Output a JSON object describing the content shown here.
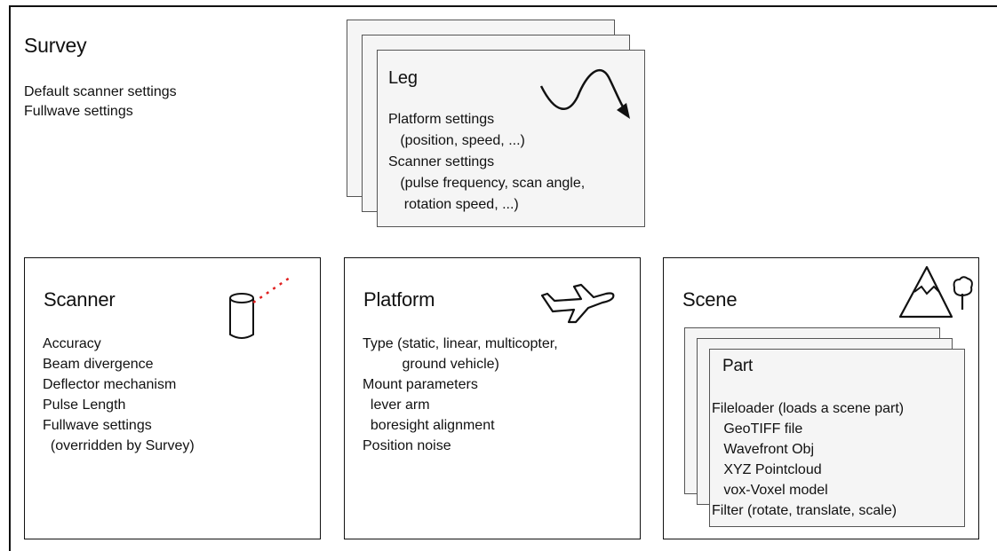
{
  "survey": {
    "title": "Survey",
    "lines": [
      "Default scanner settings",
      "Fullwave settings"
    ]
  },
  "leg": {
    "title": "Leg",
    "lines": [
      "Platform settings",
      "   (position, speed, ...)",
      "Scanner settings",
      "   (pulse frequency, scan angle,",
      "    rotation speed, ...)"
    ]
  },
  "scanner": {
    "title": "Scanner",
    "lines": [
      "Accuracy",
      "Beam divergence",
      "Deflector mechanism",
      "Pulse Length",
      "Fullwave settings",
      "  (overridden by Survey)"
    ]
  },
  "platform": {
    "title": "Platform",
    "lines": [
      "Type (static, linear, multicopter,",
      "          ground vehicle)",
      "Mount parameters",
      "  lever arm",
      "  boresight alignment",
      "Position noise"
    ]
  },
  "scene": {
    "title": "Scene"
  },
  "part": {
    "title": "Part",
    "lines": [
      "Fileloader (loads a scene part)",
      "   GeoTIFF file",
      "   Wavefront Obj",
      "   XYZ Pointcloud",
      "   vox-Voxel model",
      "Filter (rotate, translate, scale)"
    ]
  },
  "icons": {
    "wave": "wave-arrow-icon",
    "scanner": "scanner-cylinder-icon",
    "plane": "airplane-icon",
    "mountain": "mountain-icon",
    "tree": "tree-icon"
  },
  "colors": {
    "laser": "#e02020",
    "stack_fill": "#f5f5f5"
  }
}
